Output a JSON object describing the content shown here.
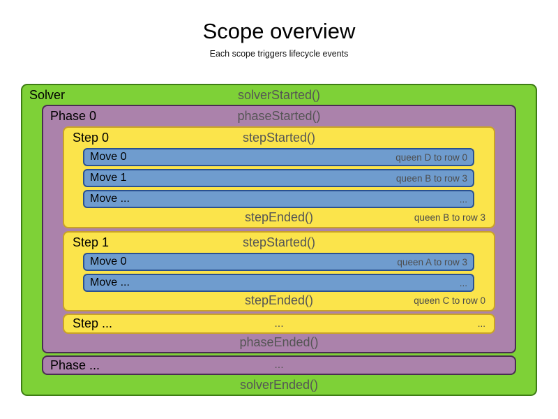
{
  "title": "Scope overview",
  "subtitle": "Each scope triggers lifecycle events",
  "solver": {
    "label": "Solver",
    "started_event": "solverStarted()",
    "ended_event": "solverEnded()"
  },
  "phase0": {
    "label": "Phase 0",
    "started_event": "phaseStarted()",
    "ended_event": "phaseEnded()"
  },
  "steps": [
    {
      "label": "Step 0",
      "started_event": "stepStarted()",
      "ended_event": "stepEnded()",
      "ended_annotation": "queen B to row 3",
      "moves": [
        {
          "label": "Move 0",
          "annotation": "queen D to row 0"
        },
        {
          "label": "Move 1",
          "annotation": "queen B to row 3"
        },
        {
          "label": "Move ...",
          "annotation": "..."
        }
      ]
    },
    {
      "label": "Step 1",
      "started_event": "stepStarted()",
      "ended_event": "stepEnded()",
      "ended_annotation": "queen C to row 0",
      "moves": [
        {
          "label": "Move 0",
          "annotation": "queen A to row 3"
        },
        {
          "label": "Move ...",
          "annotation": "..."
        }
      ]
    }
  ],
  "step_more": {
    "label": "Step ...",
    "center_text": "...",
    "right_text": "..."
  },
  "phase_more": {
    "label": "Phase ...",
    "center_text": "..."
  },
  "colors": {
    "solver_green": "#7ed137",
    "phase_purple": "#ab82ab",
    "step_yellow": "#fbe44b",
    "move_blue": "#6f9cce",
    "event_gray": "#555555"
  }
}
